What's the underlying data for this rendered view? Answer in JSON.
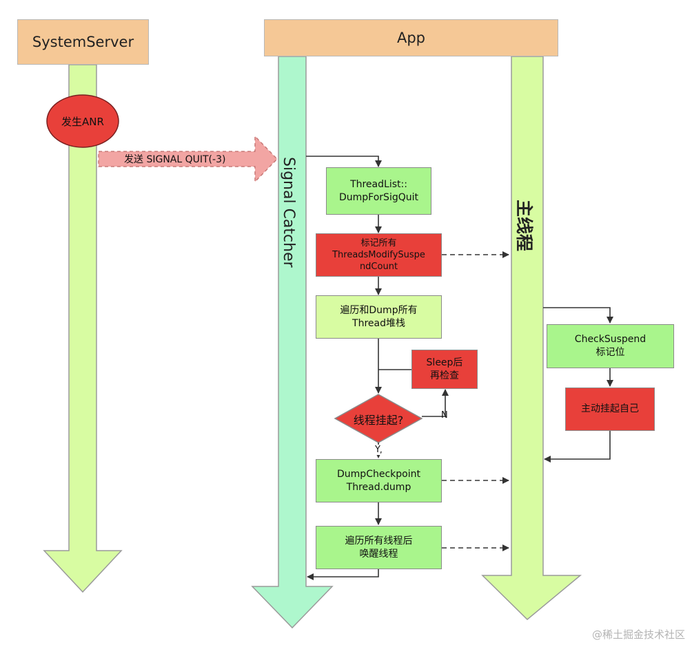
{
  "headers": {
    "system_server": "SystemServer",
    "app": "App"
  },
  "anr_node": "发生ANR",
  "signal_arrow_label": "发送 SIGNAL QUIT(-3)",
  "lanes": {
    "signal_catcher": "Signal Catcher",
    "main_thread": "主线程"
  },
  "steps": {
    "dump_for_sig_quit": [
      "ThreadList::",
      "DumpForSigQuit"
    ],
    "mark_suspend": [
      "标记所有",
      "ThreadsModifySuspe",
      "ndCount"
    ],
    "traverse_dump": [
      "遍历和Dump所有",
      "Thread堆栈"
    ],
    "sleep_recheck": [
      "Sleep后",
      "再检查"
    ],
    "decision": "线程挂起?",
    "decision_no": "N",
    "decision_yes": "Y",
    "dump_checkpoint": [
      "DumpCheckpoint",
      "Thread.dump"
    ],
    "wake_threads": [
      "遍历所有线程后",
      "唤醒线程"
    ],
    "check_suspend": [
      "CheckSuspend",
      "标记位"
    ],
    "self_suspend": "主动挂起自己"
  },
  "watermark": "@稀土掘金技术社区",
  "colors": {
    "header_fill": "#f5c896",
    "lane_green": "#d8fca2",
    "lane_mint": "#aef7cd",
    "box_green": "#a9f58c",
    "box_lime": "#d8fca2",
    "box_red": "#e8403a",
    "signal_arrow": "#f2a5a3"
  }
}
